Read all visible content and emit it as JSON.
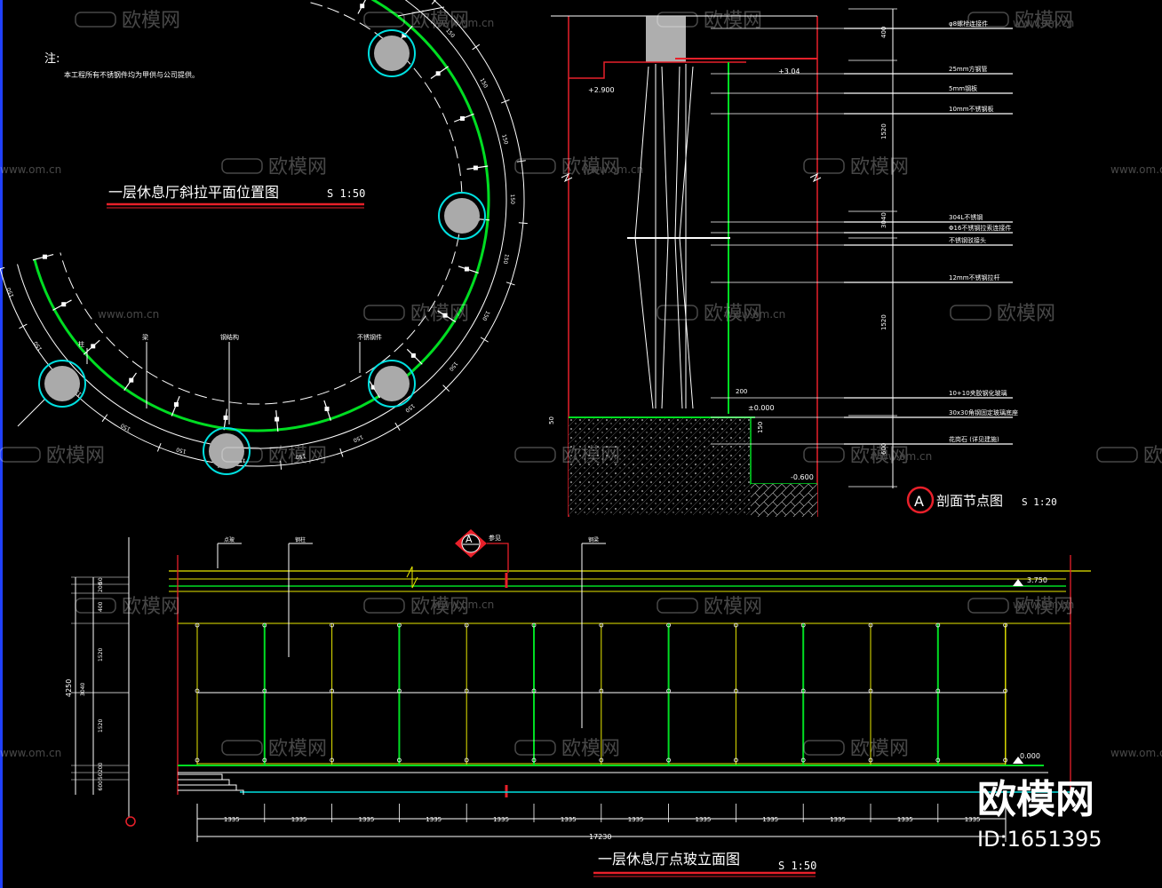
{
  "notes": {
    "label": "注:",
    "text": "本工程所有不锈钢件均为甲供与公司提供。"
  },
  "plan": {
    "title": "一层休息厅斜拉平面位置图",
    "scale": "S 1:50",
    "callouts": [
      "柱",
      "梁",
      "钢结构",
      "不锈钢件"
    ],
    "dims": [
      "150",
      "150",
      "150",
      "150",
      "150",
      "150",
      "150",
      "150",
      "150",
      "150",
      "150",
      "150",
      "150",
      "150",
      "150",
      "150",
      "150",
      "150"
    ]
  },
  "section": {
    "title": "剖面节点图",
    "scale": "S 1:20",
    "marker": "A",
    "levels": [
      "+2.900",
      "+3.04",
      "±0.000",
      "-0.600"
    ],
    "vertical_dims": [
      "400",
      "1520",
      "3040",
      "1520",
      "600",
      "200",
      "50",
      "150"
    ],
    "callouts": [
      "φ8螺栓连接件",
      "25mm方钢管",
      "5mm钢板",
      "10mm不锈钢板",
      "304L不锈钢",
      "Φ16不锈钢拉索连接件",
      "不锈钢驳接头",
      "12mm不锈钢拉杆",
      "10+10夹胶钢化玻璃",
      "30x30角钢固定玻璃底座",
      "花岗石 (详见建施)"
    ]
  },
  "elevation": {
    "title": "一层休息厅点玻立面图",
    "scale": "S 1:50",
    "marker": "A",
    "marker_note": "参见",
    "levels": [
      "3.750",
      "0.000"
    ],
    "bottom_dims": [
      "1335",
      "1335",
      "1335",
      "1335",
      "1335",
      "1335",
      "1335",
      "1335",
      "1335",
      "1335",
      "1335",
      "1335"
    ],
    "total": "17230",
    "left_dims": [
      "50",
      "200",
      "400",
      "1520",
      "3040",
      "1520",
      "200",
      "50",
      "600"
    ],
    "left_total": "4250",
    "top_callouts": [
      "点玻",
      "钢柱",
      "钢梁"
    ]
  },
  "watermark": {
    "brand": "欧模网",
    "url": "www.om.cn",
    "id": "ID:1651395"
  },
  "colors": {
    "bg": "#000000",
    "green": "#00dd22",
    "red": "#e8202a",
    "white": "#ffffff",
    "cyan": "#00e0e0",
    "yellow": "#e8e800"
  }
}
